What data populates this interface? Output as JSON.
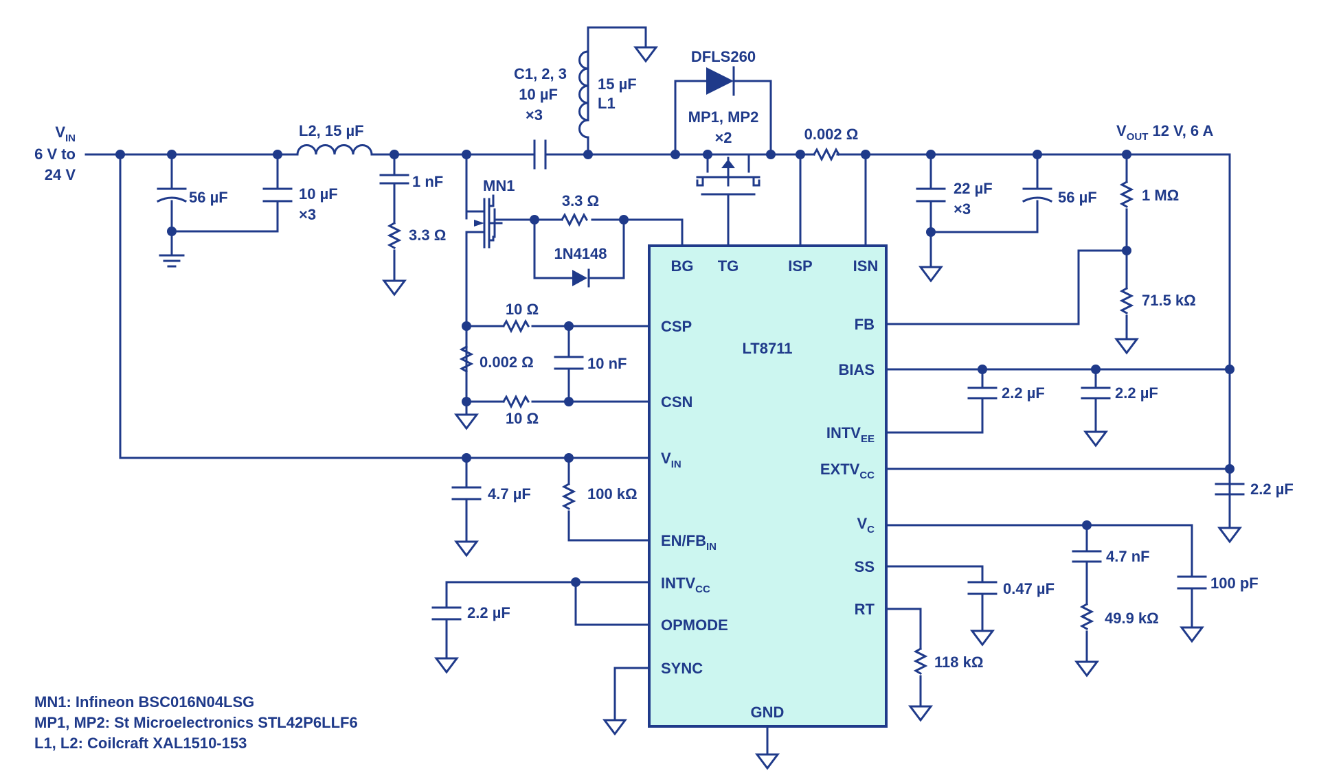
{
  "input": {
    "label": "V",
    "sub": "IN",
    "line2": "6 V to",
    "line3": "24 V"
  },
  "output": {
    "label": "V",
    "sub": "OUT",
    "suffix": " 12 V, 6 A"
  },
  "parts": {
    "c_in_bulk": "56 µF",
    "c_in_cer": "10 µF",
    "c_in_cer_mult": "×3",
    "l2": "L2, 15 µF",
    "c_snub": "1 nF",
    "r_snub": "3.3 Ω",
    "coupling_caps": "C1, 2, 3",
    "coupling_caps_val": "10 µF",
    "coupling_caps_mult": "×3",
    "l1_val": "15 µF",
    "l1": "L1",
    "diode": "DFLS260",
    "mp": "MP1, MP2",
    "mp_mult": "×2",
    "r_sense_out": "0.002 Ω",
    "c_out_cer": "22 µF",
    "c_out_cer_mult": "×3",
    "c_out_bulk": "56 µF",
    "r_fb_top": "1 MΩ",
    "r_fb_bot": "71.5 kΩ",
    "mn": "MN1",
    "r_gate": "3.3 Ω",
    "d_gate": "1N4148",
    "r_csp": "10 Ω",
    "r_csn": "10 Ω",
    "r_sense_in": "0.002 Ω",
    "c_cs": "10 nF",
    "c_vin": "4.7 µF",
    "r_en": "100 kΩ",
    "c_intvcc": "2.2 µF",
    "c_bias": "2.2 µF",
    "c_bias2": "2.2 µF",
    "c_extvcc": "2.2 µF",
    "c_vc": "4.7 nF",
    "r_vc": "49.9 kΩ",
    "c_vc2": "100 pF",
    "c_ss": "0.47 µF",
    "r_rt": "118 kΩ"
  },
  "chip": {
    "name": "LT8711",
    "pins": {
      "bg": "BG",
      "tg": "TG",
      "isp": "ISP",
      "isn": "ISN",
      "csp": "CSP",
      "csn": "CSN",
      "vin": "V",
      "vin_sub": "IN",
      "en": "EN/FB",
      "en_sub": "IN",
      "intvcc": "INTV",
      "intvcc_sub": "CC",
      "opmode": "OPMODE",
      "sync": "SYNC",
      "fb": "FB",
      "bias": "BIAS",
      "intvee": "INTV",
      "intvee_sub": "EE",
      "extvcc": "EXTV",
      "extvcc_sub": "CC",
      "vc": "V",
      "vc_sub": "C",
      "ss": "SS",
      "rt": "RT",
      "gnd": "GND"
    }
  },
  "notes": [
    "MN1: Infineon BSC016N04LSG",
    "MP1, MP2: St Microelectronics STL42P6LLF6",
    "L1, L2: Coilcraft XAL1510-153"
  ]
}
